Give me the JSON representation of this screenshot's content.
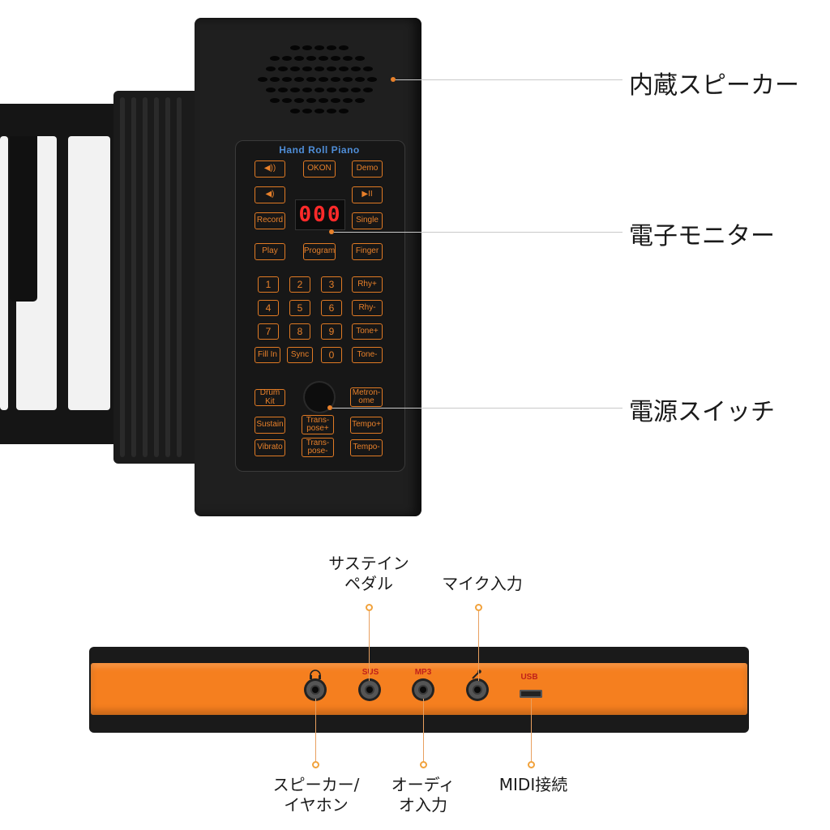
{
  "panel": {
    "brand": "Hand Roll Piano",
    "display": "000",
    "buttons": {
      "vol_up": "◀))",
      "okon": "OKON",
      "demo": "Demo",
      "vol_down": "◀)",
      "play_pause": "▶II",
      "record": "Record",
      "single": "Single",
      "play": "Play",
      "program": "Program",
      "finger": "Finger",
      "n1": "1",
      "n2": "2",
      "n3": "3",
      "n4": "4",
      "n5": "5",
      "n6": "6",
      "n7": "7",
      "n8": "8",
      "n9": "9",
      "n0": "0",
      "rhy_plus": "Rhy+",
      "rhy_minus": "Rhy-",
      "tone_plus": "Tone+",
      "tone_minus": "Tone-",
      "fill_in": "Fill In",
      "sync": "Sync",
      "drum_kit": "Drum Kit",
      "metronome": "Metron-\nome",
      "sustain": "Sustain",
      "transpose_plus": "Trans-\npose+",
      "tempo_plus": "Tempo+",
      "vibrato": "Vibrato",
      "transpose_minus": "Trans-\npose-",
      "tempo_minus": "Tempo-"
    }
  },
  "callouts": {
    "speaker": "内蔵スピーカー",
    "monitor": "電子モニター",
    "power": "電源スイッチ"
  },
  "ports": {
    "sus": "SUS",
    "mp3": "MP3",
    "usb": "USB"
  },
  "port_callouts": {
    "sustain_pedal_line1": "サステイン",
    "sustain_pedal_line2": "ペダル",
    "mic_input": "マイク入力",
    "speaker_earphone_line1": "スピーカー/",
    "speaker_earphone_line2": "イヤホン",
    "audio_in_line1": "オーディ",
    "audio_in_line2": "オ入力",
    "midi": "MIDI接続"
  },
  "colors": {
    "accent_orange": "#f57f1f",
    "button_orange": "#e07a24",
    "led_red": "#ff2a2a",
    "brand_blue": "#4f8ed8"
  }
}
